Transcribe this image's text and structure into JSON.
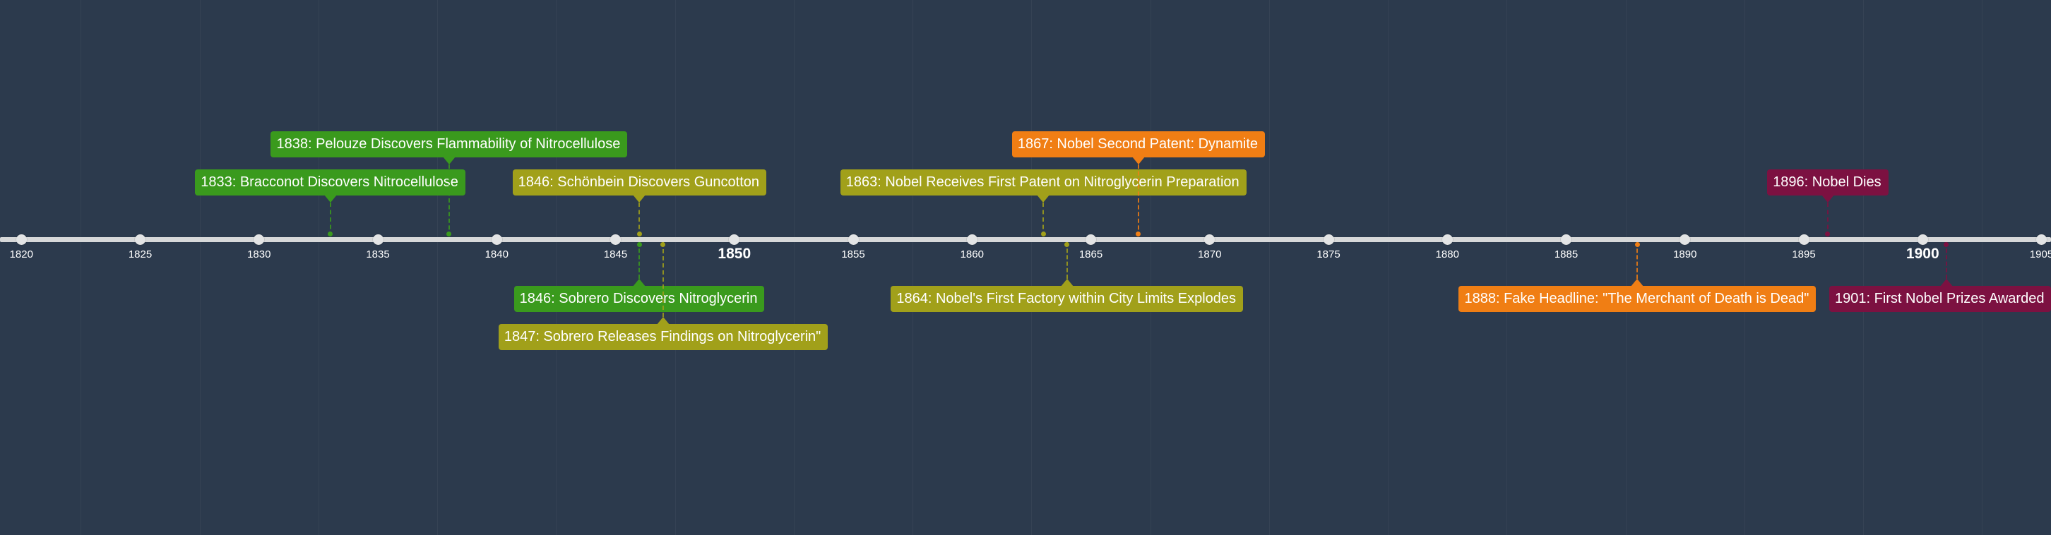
{
  "timeline": {
    "year_start": 1819.1,
    "year_end": 1905.4,
    "tick_years": [
      1820,
      1825,
      1830,
      1835,
      1840,
      1845,
      1850,
      1855,
      1860,
      1865,
      1870,
      1875,
      1880,
      1885,
      1890,
      1895,
      1900,
      1905
    ],
    "major_years": [
      1850,
      1900
    ],
    "tick_labels": [
      "1820",
      "1825",
      "1830",
      "1835",
      "1840",
      "1845",
      "1850",
      "1855",
      "1860",
      "1865",
      "1870",
      "1875",
      "1880",
      "1885",
      "1890",
      "1895",
      "1900",
      "1905"
    ]
  },
  "colors": {
    "background": "#2c3a4d",
    "axis": "#d7d8d9",
    "green": "#3a9a1d",
    "olive": "#a1a01a",
    "orange": "#f07e14",
    "maroon": "#7c1141"
  },
  "events": [
    {
      "year": 1833,
      "label": "1833: Bracconot Discovers Nitrocellulose",
      "color": "green",
      "side": "above",
      "row": 1
    },
    {
      "year": 1838,
      "label": "1838: Pelouze Discovers Flammability of Nitrocellulose",
      "color": "green",
      "side": "above",
      "row": 2
    },
    {
      "year": 1846,
      "label": "1846: Schönbein Discovers Guncotton",
      "color": "olive",
      "side": "above",
      "row": 1
    },
    {
      "year": 1846,
      "label": "1846: Sobrero Discovers Nitroglycerin",
      "color": "green",
      "side": "below",
      "row": 1
    },
    {
      "year": 1847,
      "label": "1847: Sobrero Releases Findings on Nitroglycerin\"",
      "color": "olive",
      "side": "below",
      "row": 2
    },
    {
      "year": 1863,
      "label": "1863: Nobel Receives First Patent on Nitroglycerin Preparation",
      "color": "olive",
      "side": "above",
      "row": 1
    },
    {
      "year": 1864,
      "label": "1864: Nobel's First Factory within City Limits Explodes",
      "color": "olive",
      "side": "below",
      "row": 1
    },
    {
      "year": 1867,
      "label": "1867: Nobel Second Patent: Dynamite",
      "color": "orange",
      "side": "above",
      "row": 2
    },
    {
      "year": 1888,
      "label": "1888: Fake Headline: \"The Merchant of Death is Dead\"",
      "color": "orange",
      "side": "below",
      "row": 1
    },
    {
      "year": 1896,
      "label": "1896:  Nobel Dies",
      "color": "maroon",
      "side": "above",
      "row": 1
    },
    {
      "year": 1901,
      "label": "1901: First Nobel Prizes Awarded",
      "color": "maroon",
      "side": "below",
      "row": 1
    }
  ]
}
